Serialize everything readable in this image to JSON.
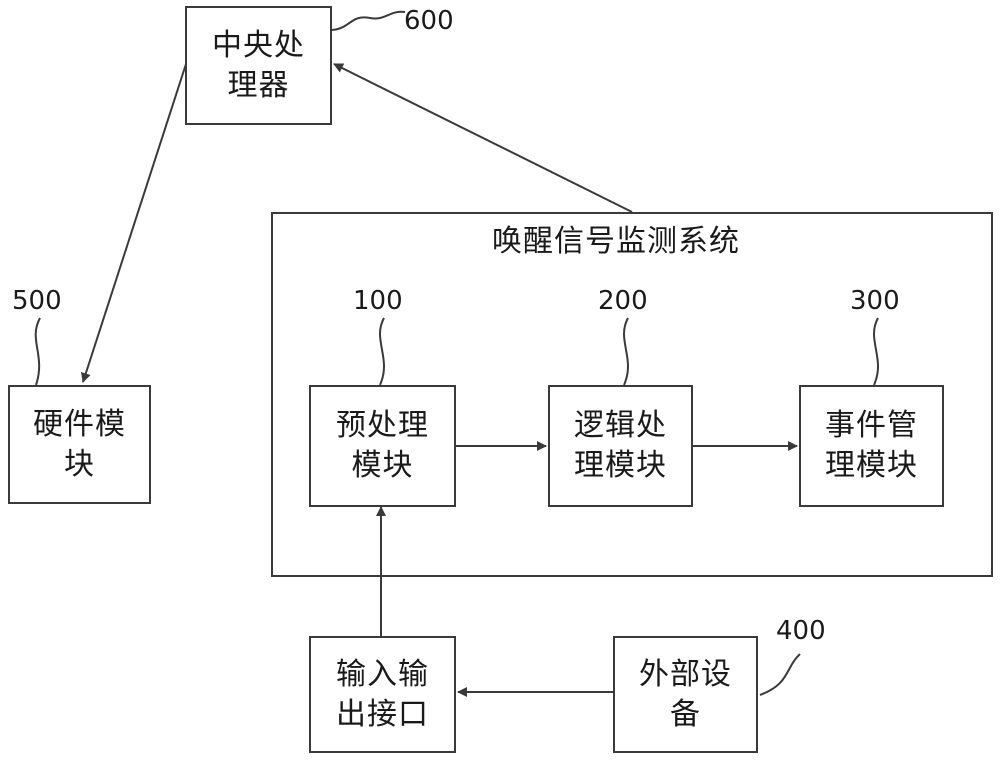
{
  "central_processor": {
    "line1": "中央处",
    "line2": "理器",
    "ref": "600"
  },
  "hardware_module": {
    "line1": "硬件模",
    "line2": "块",
    "ref": "500"
  },
  "system": {
    "title": "唤醒信号监测系统"
  },
  "preprocess_module": {
    "line1": "预处理",
    "line2": "模块",
    "ref": "100"
  },
  "logic_module": {
    "line1": "逻辑处",
    "line2": "理模块",
    "ref": "200"
  },
  "event_module": {
    "line1": "事件管",
    "line2": "理模块",
    "ref": "300"
  },
  "io_interface": {
    "line1": "输入输",
    "line2": "出接口"
  },
  "external_device": {
    "line1": "外部设",
    "line2": "备",
    "ref": "400"
  },
  "colors": {
    "stroke": "#3a3a3a",
    "text": "#1a1a1a",
    "background": "#ffffff"
  }
}
